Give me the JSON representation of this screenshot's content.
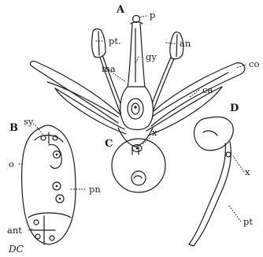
{
  "figure": {
    "panels": {
      "a": "A",
      "b": "B",
      "c": "C",
      "d": "D"
    },
    "labels": {
      "p": "p",
      "pt_a": "pt.",
      "an": "an",
      "gy": "gy",
      "ma": "ma",
      "co": "co",
      "ca": "ca",
      "sy": "sy.",
      "o": "o",
      "pn": "pn",
      "ant": "ant",
      "x_c": "x",
      "x_d": "x",
      "pt_d": "pt"
    },
    "signature": "DC"
  }
}
